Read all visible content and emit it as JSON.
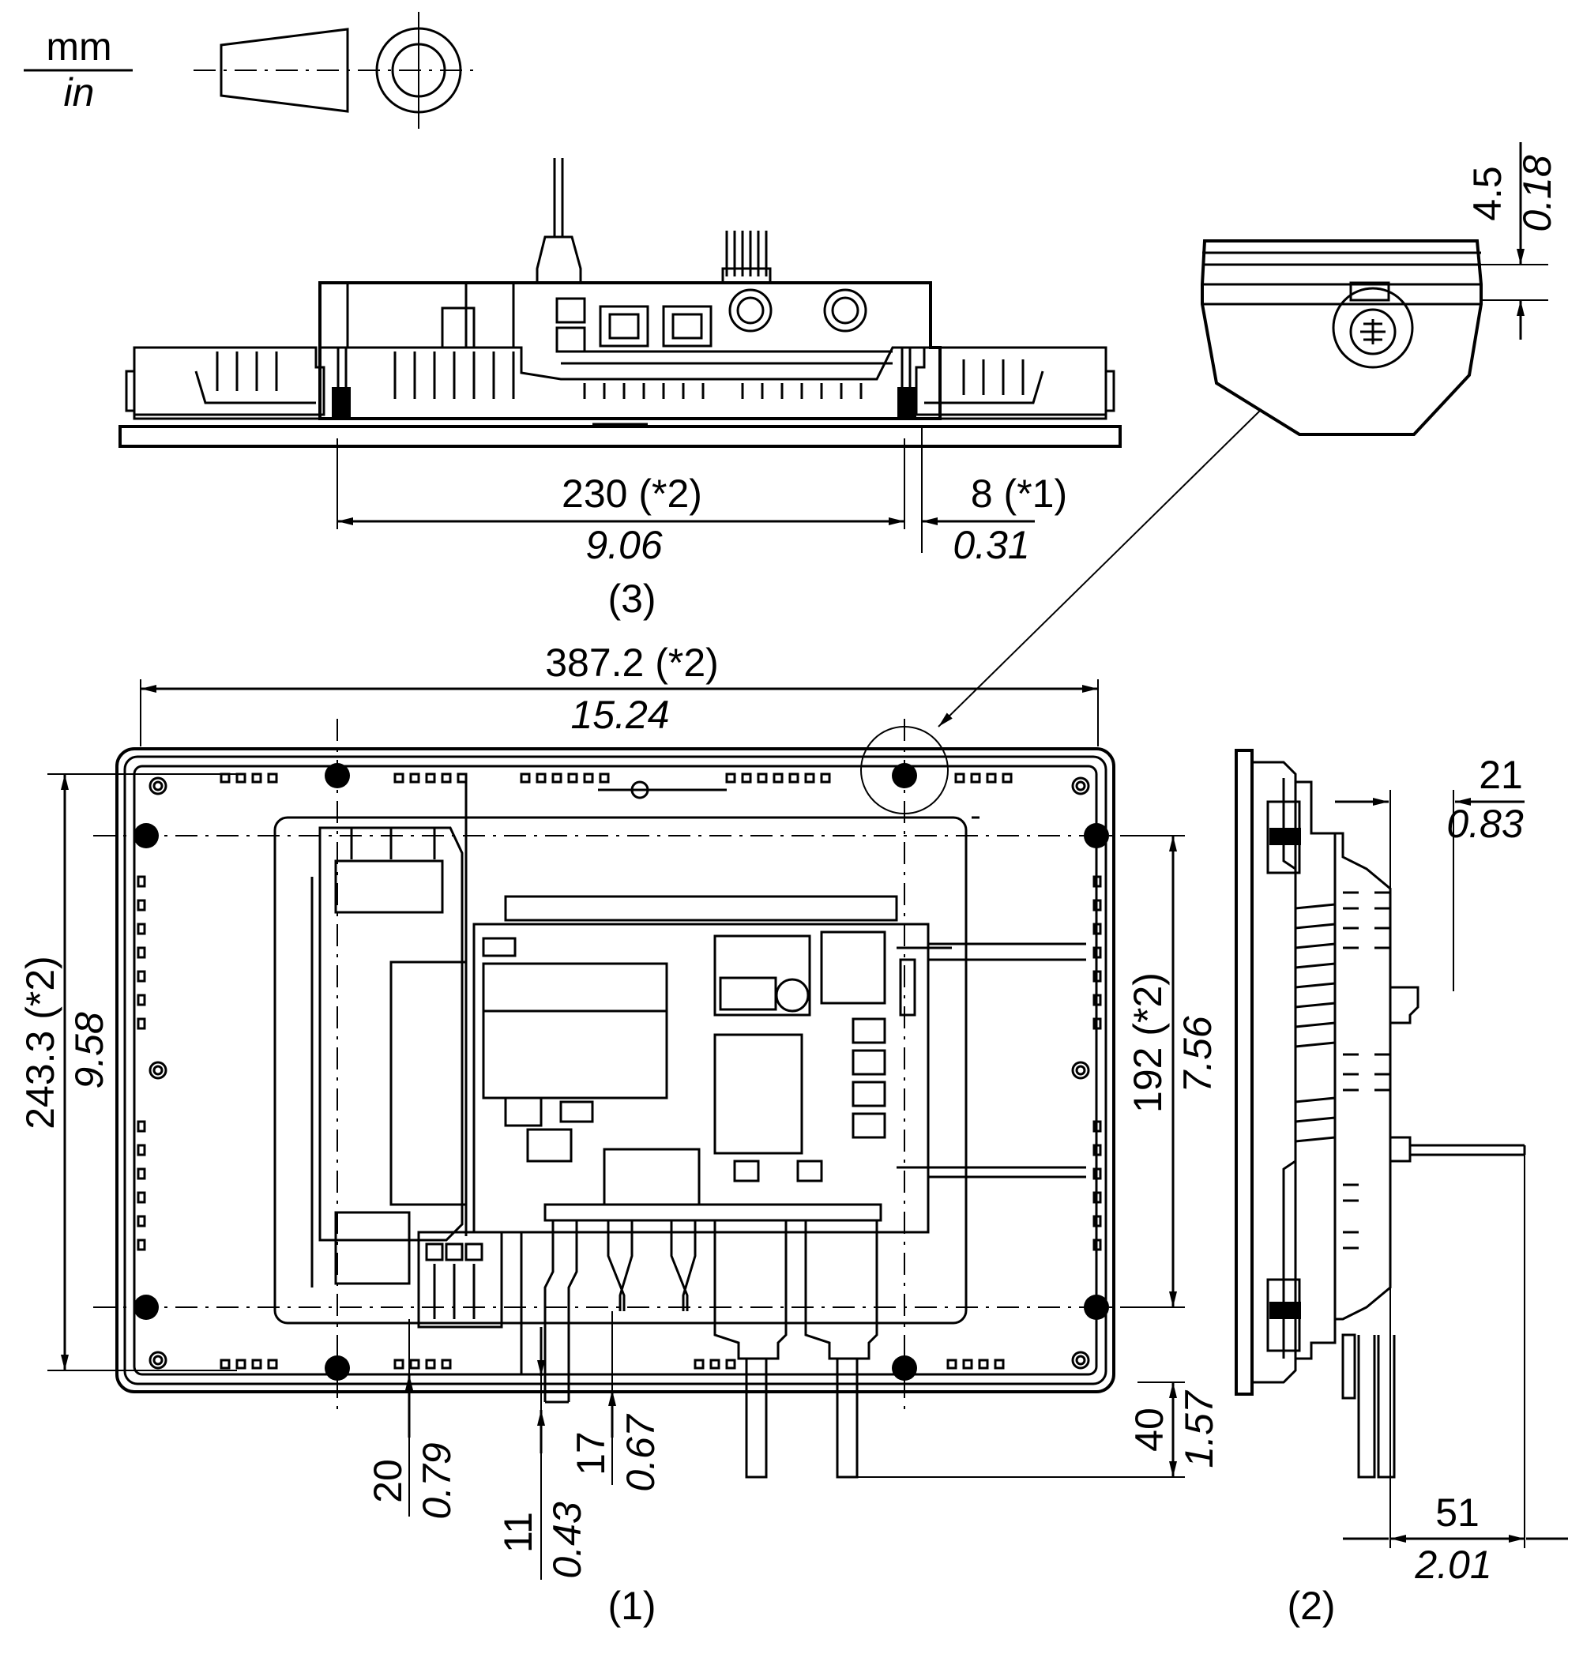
{
  "units": {
    "metric": "mm",
    "imperial": "in"
  },
  "views": {
    "rear": "(1)",
    "side": "(2)",
    "top": "(3)"
  },
  "dimensions": {
    "top_width": {
      "mm": "230 (*2)",
      "in": "9.06"
    },
    "top_clip": {
      "mm": "8 (*1)",
      "in": "0.31"
    },
    "overall_width": {
      "mm": "387.2 (*2)",
      "in": "15.24"
    },
    "overall_height": {
      "mm": "243.3 (*2)",
      "in": "9.58"
    },
    "clip_spacing": {
      "mm": "192 (*2)",
      "in": "7.56"
    },
    "detail_thickness": {
      "mm": "4.5",
      "in": "0.18"
    },
    "depth": {
      "mm": "21",
      "in": "0.83"
    },
    "cable_depth": {
      "mm": "51",
      "in": "2.01"
    },
    "bottom_a": {
      "mm": "20",
      "in": "0.79"
    },
    "bottom_b": {
      "mm": "11",
      "in": "0.43"
    },
    "bottom_c": {
      "mm": "17",
      "in": "0.67"
    },
    "bottom_d": {
      "mm": "40",
      "in": "1.57"
    }
  }
}
